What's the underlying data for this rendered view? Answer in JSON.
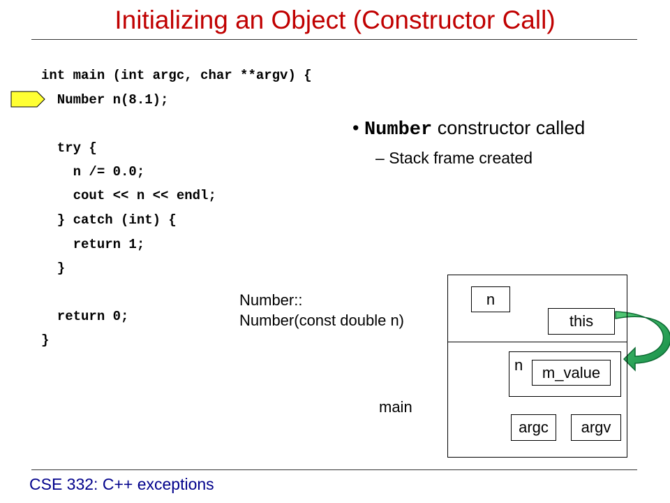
{
  "slide": {
    "title": "Initializing an Object (Constructor Call)",
    "footer": "CSE 332: C++ exceptions"
  },
  "code_lines": [
    "int main (int argc, char **argv) {",
    "  Number n(8.1);",
    "  try {",
    "    n /= 0.0;",
    "    cout << n << endl;",
    "  } catch (int) {",
    "    return 1;",
    "  }",
    "  return 0;",
    "}"
  ],
  "bullets": {
    "main_keyword": "Number",
    "main_rest": " constructor called",
    "sub_dash": "–",
    "sub": "Stack frame created"
  },
  "diagram": {
    "constructor_label_1": "Number::",
    "constructor_label_2": "Number(const double n)",
    "main_label": "main",
    "ctor_param_box": "n",
    "this_box": "this",
    "object_label": "n",
    "member_box": "m_value",
    "argc_box": "argc",
    "argv_box": "argv"
  },
  "colors": {
    "title": "#c00000",
    "footer": "#00008b",
    "pointer_marker": "#ffff33",
    "arrow": "#22aa55"
  }
}
